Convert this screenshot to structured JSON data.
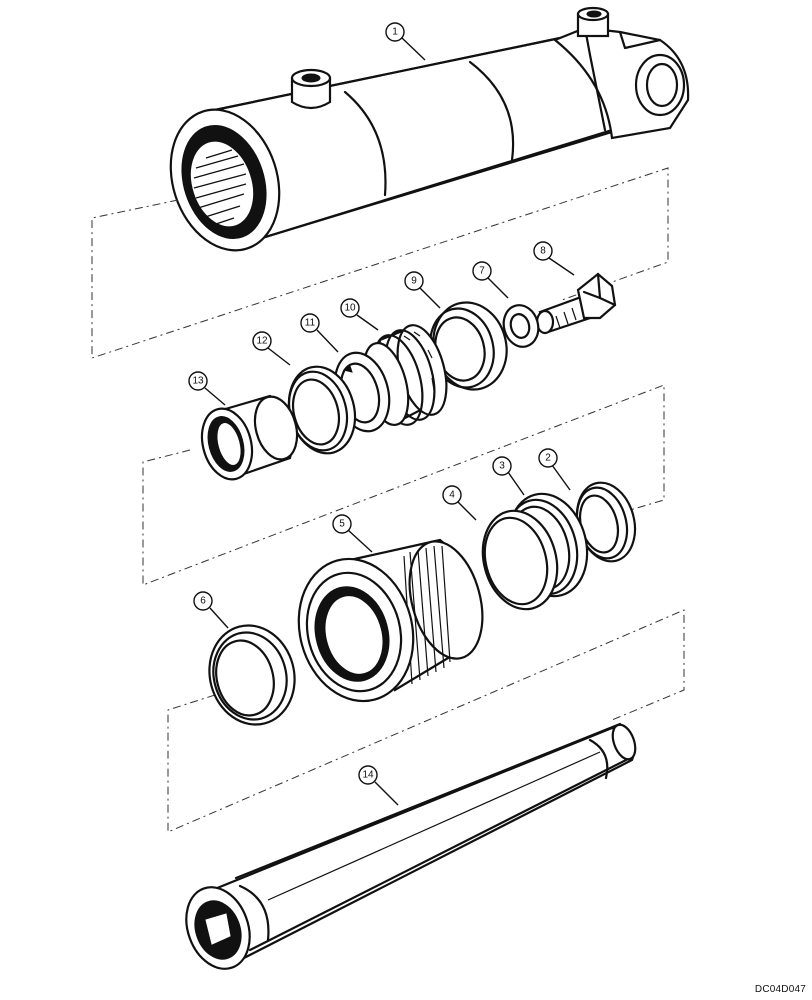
{
  "drawing_ref": "DC04D047",
  "callouts": {
    "c1": "1",
    "c2": "2",
    "c3": "3",
    "c4": "4",
    "c5": "5",
    "c6": "6",
    "c7": "7",
    "c8": "8",
    "c9": "9",
    "c10": "10",
    "c11": "11",
    "c12": "12",
    "c13": "13",
    "c14": "14"
  }
}
